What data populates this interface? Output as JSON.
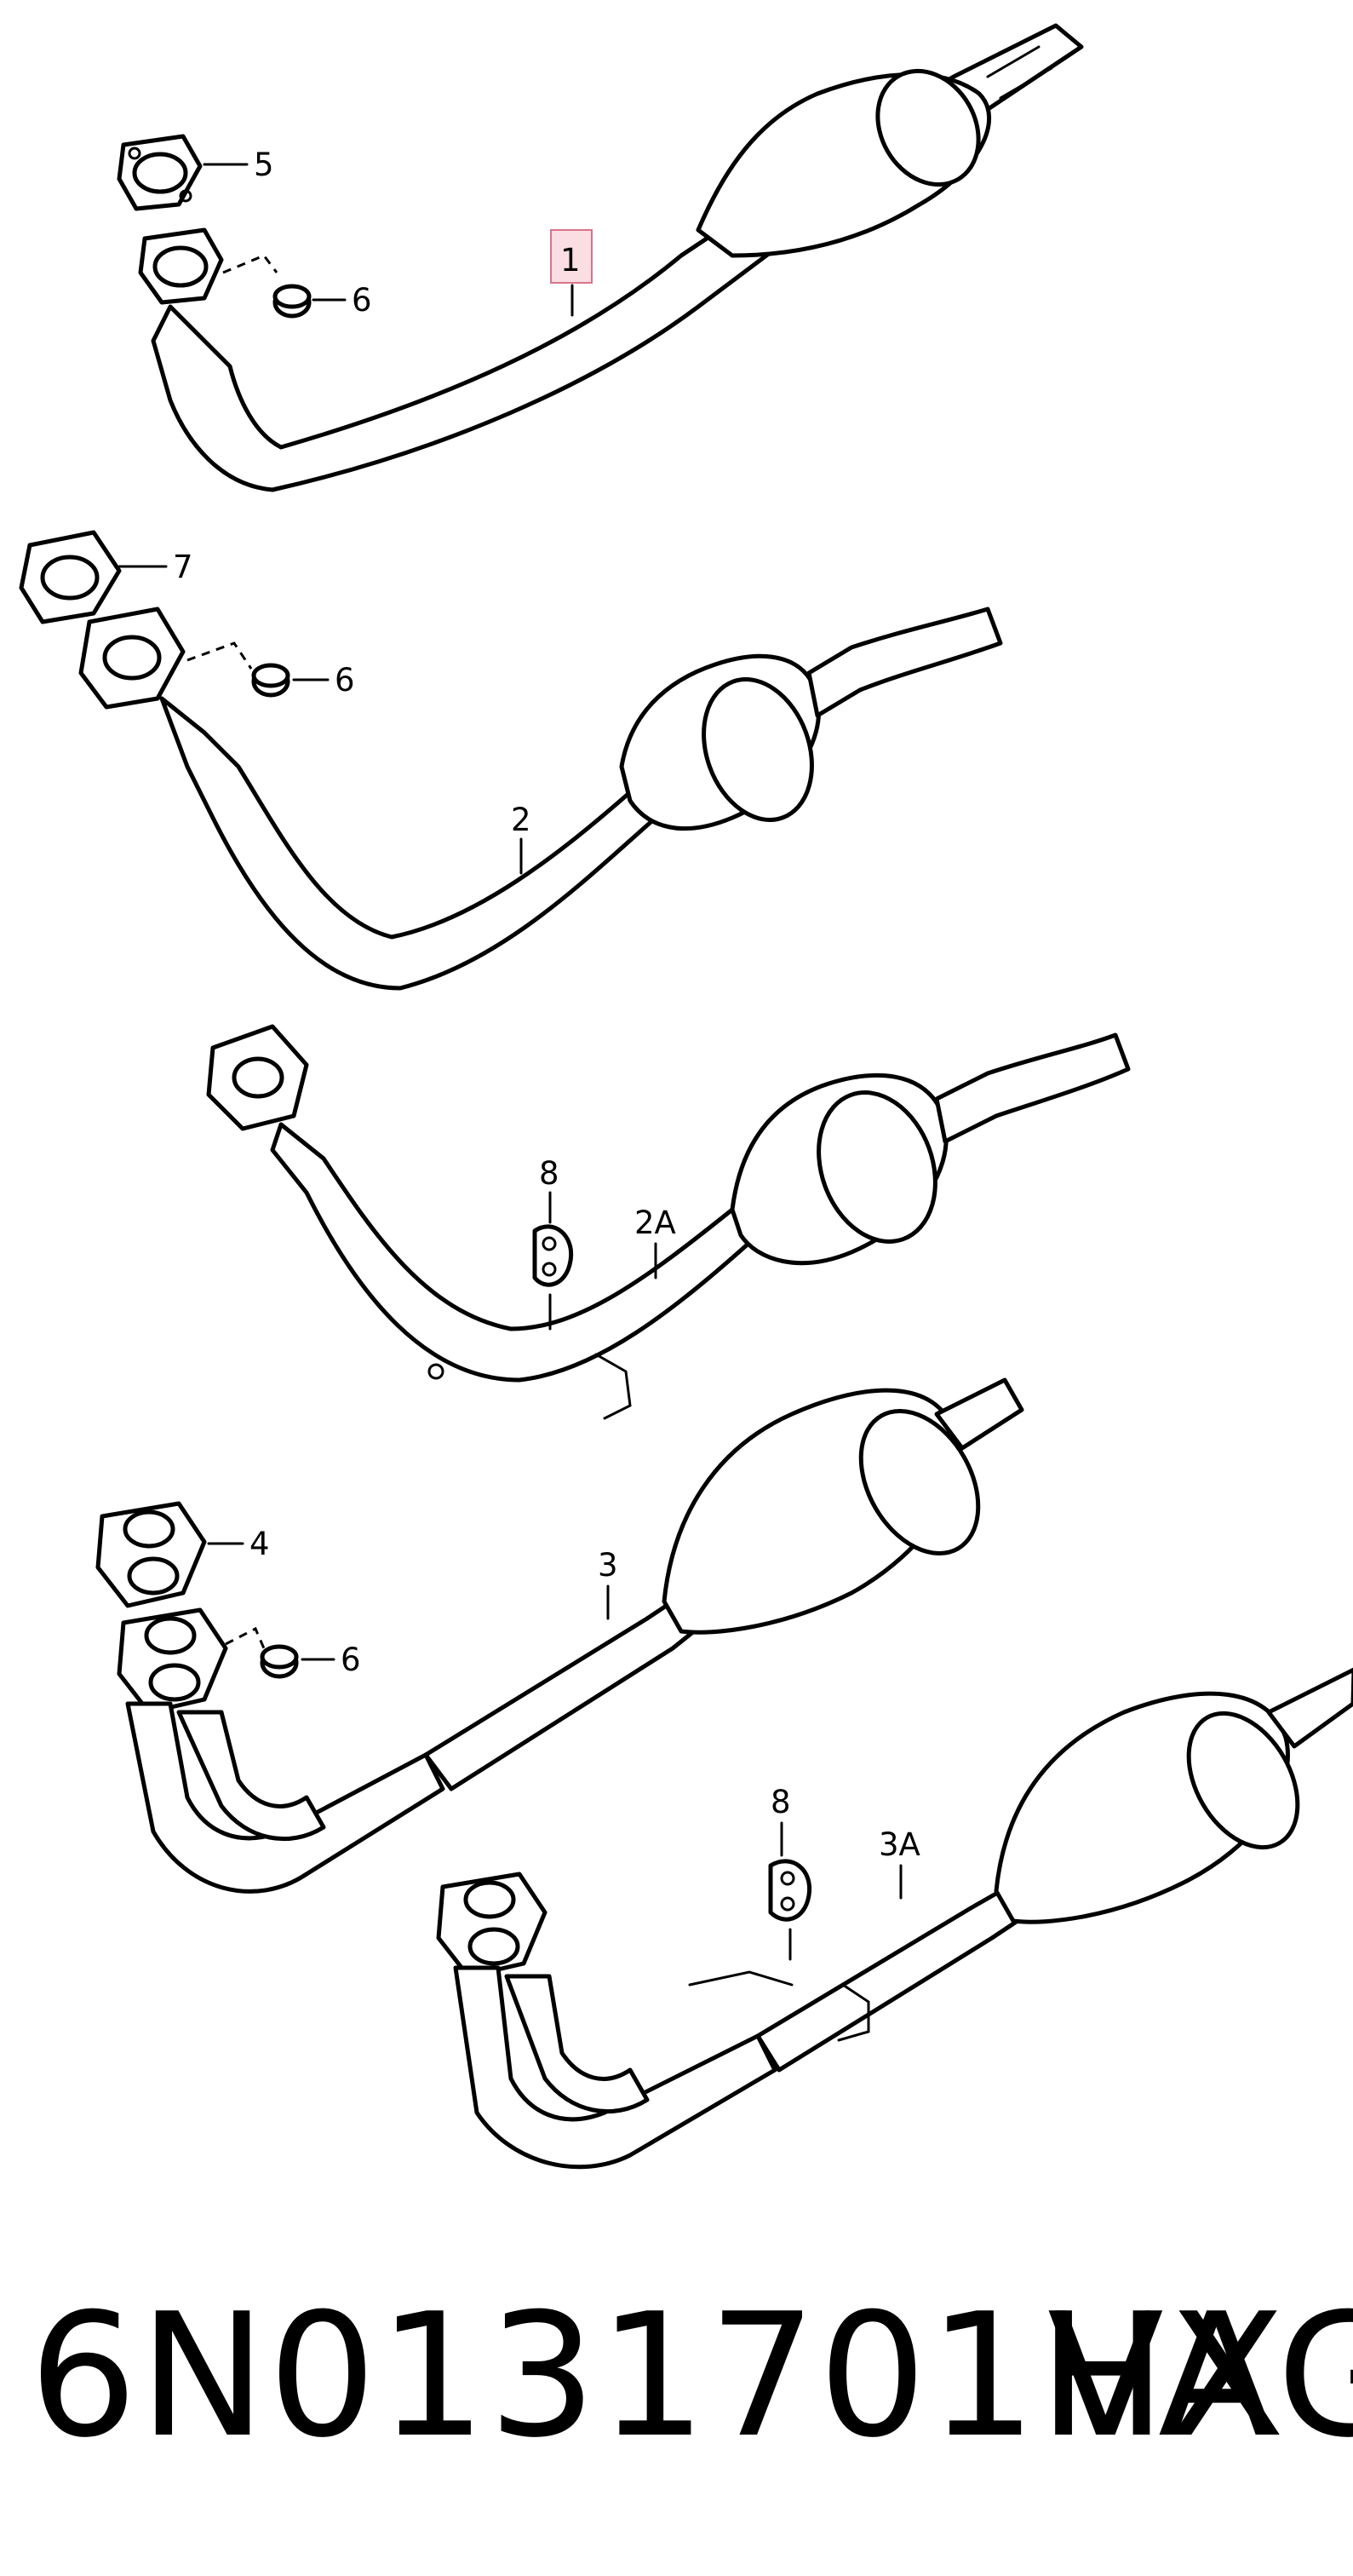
{
  "callouts": {
    "part_1": "1",
    "part_5": "5",
    "part_6a": "6",
    "part_7": "7",
    "part_6b": "6",
    "part_2": "2",
    "part_8a": "8",
    "part_2a": "2A",
    "part_4": "4",
    "part_3": "3",
    "part_6c": "6",
    "part_8b": "8",
    "part_3a": "3A"
  },
  "highlight_color": "#f4b6c2",
  "footer": {
    "part_number": "6N0131701HX",
    "brand": "VAG"
  }
}
